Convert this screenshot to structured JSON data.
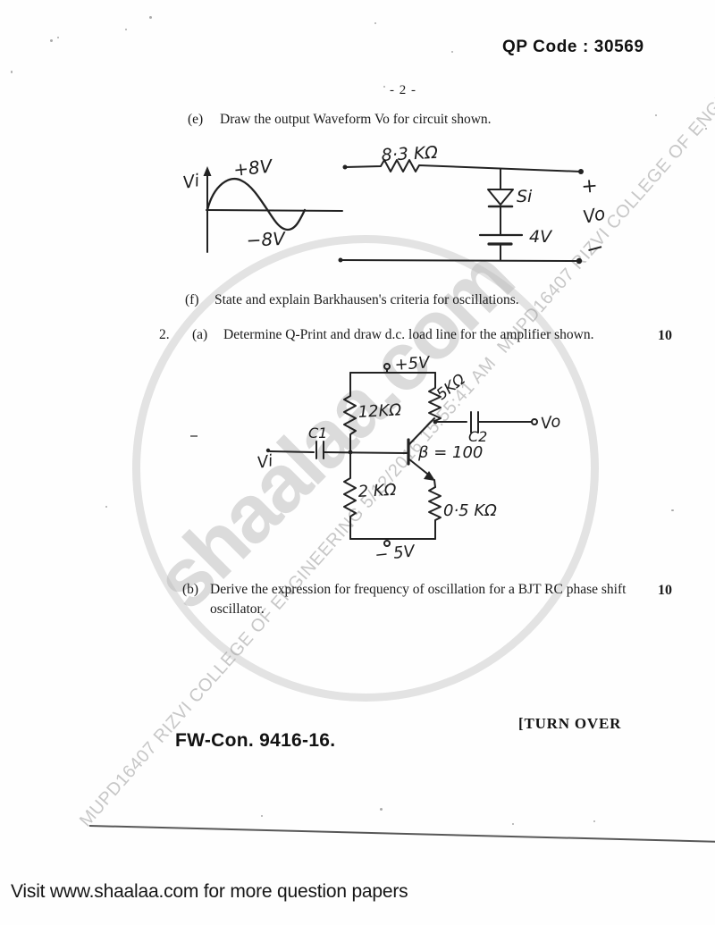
{
  "header": {
    "qp_code": "QP Code : 30569",
    "page_number": "- 2 -"
  },
  "questions": {
    "e": {
      "label": "(e)",
      "text": "Draw the output Waveform Vo for circuit shown."
    },
    "f": {
      "label": "(f)",
      "text": "State and explain Barkhausen's criteria for oscillations."
    },
    "two": {
      "number": "2.",
      "a": {
        "label": "(a)",
        "text": "Determine Q-Print and draw d.c. load line for the amplifier shown.",
        "marks": "10"
      },
      "b": {
        "label": "(b)",
        "line1": "Derive the expression for frequency of oscillation for a BJT RC phase shift",
        "line2": "oscillator.",
        "marks": "10"
      }
    }
  },
  "clipper_circuit": {
    "input_label": "Vi",
    "positive_peak": "+8V",
    "negative_peak": "−8V",
    "series_resistor": "8·3 KΩ",
    "diode_label": "Si",
    "battery_label": "4V",
    "output_plus": "+",
    "output_label": "Vo",
    "output_minus": "−"
  },
  "amplifier_circuit": {
    "vcc_label": "+5V",
    "vee_label": "− 5V",
    "r_base_upper": "12KΩ",
    "r_base_lower": "2 KΩ",
    "r_collector": "5KΩ",
    "r_emitter": "0·5 KΩ",
    "cap_input": "C1",
    "cap_output": "C2",
    "input_label": "Vi",
    "output_label": "Vo",
    "beta_label": "β = 100"
  },
  "footer": {
    "turn_over": "[TURN OVER",
    "con_code": "FW-Con. 9416-16.",
    "promo": "Visit www.shaalaa.com for more question papers"
  },
  "watermark": {
    "brand": "shaalaa.com",
    "diagonal_text": "MUPD16407 RIZVI COLLEGE OF ENGINEERING 5/12/2016 15:55:41 AM"
  }
}
